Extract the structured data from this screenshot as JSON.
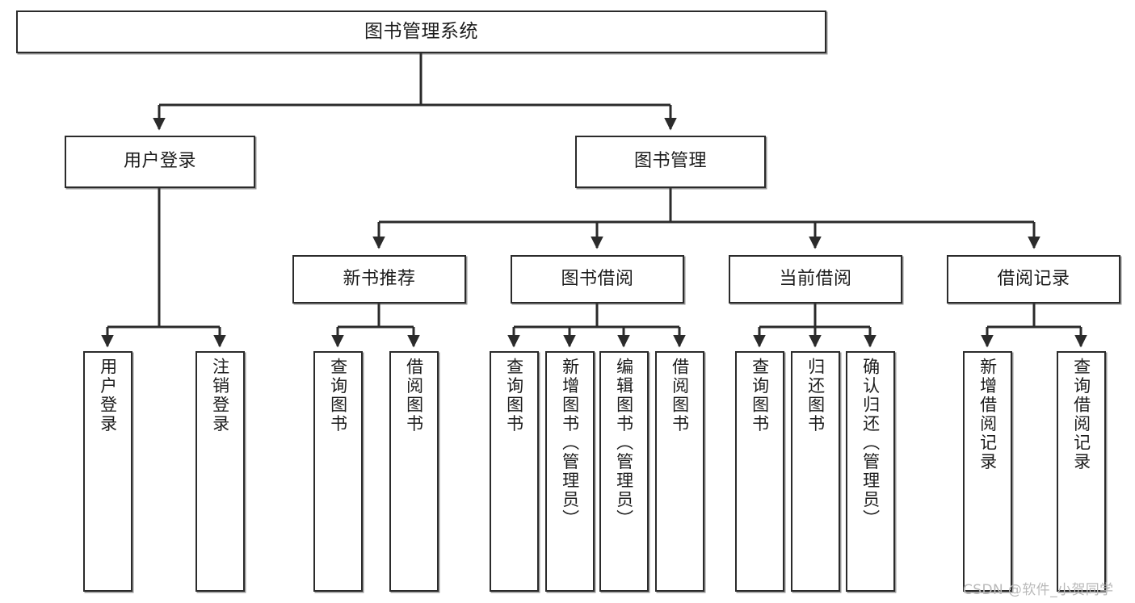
{
  "diagram": {
    "title": "图书管理系统",
    "type": "functional-structure-tree",
    "style": {
      "box_fill": "#ffffff",
      "box_border": "#2b2b2b",
      "line": "#2b2b2b",
      "text": "#1c1c1c",
      "watermark": "#b9b9b9"
    }
  },
  "watermark": {
    "text": "CSDN @软件_小贺同学"
  },
  "nodes": {
    "root": {
      "label": "图书管理系统"
    },
    "level2": [
      {
        "label": "用户登录"
      },
      {
        "label": "图书管理"
      }
    ],
    "level3": [
      {
        "label": "新书推荐"
      },
      {
        "label": "图书借阅"
      },
      {
        "label": "当前借阅"
      },
      {
        "label": "借阅记录"
      }
    ],
    "leaves": {
      "user_login": [
        {
          "label": "用户登录"
        },
        {
          "label": "注销登录"
        }
      ],
      "new_book_recommend": [
        {
          "label": "查询图书"
        },
        {
          "label": "借阅图书"
        }
      ],
      "book_borrow": [
        {
          "label": "查询图书"
        },
        {
          "label": "新增图书（管理员）"
        },
        {
          "label": "编辑图书（管理员）"
        },
        {
          "label": "借阅图书"
        }
      ],
      "current_borrow": [
        {
          "label": "查询图书"
        },
        {
          "label": "归还图书"
        },
        {
          "label": "确认归还（管理员）"
        }
      ],
      "borrow_records": [
        {
          "label": "新增借阅记录"
        },
        {
          "label": "查询借阅记录"
        }
      ]
    }
  }
}
